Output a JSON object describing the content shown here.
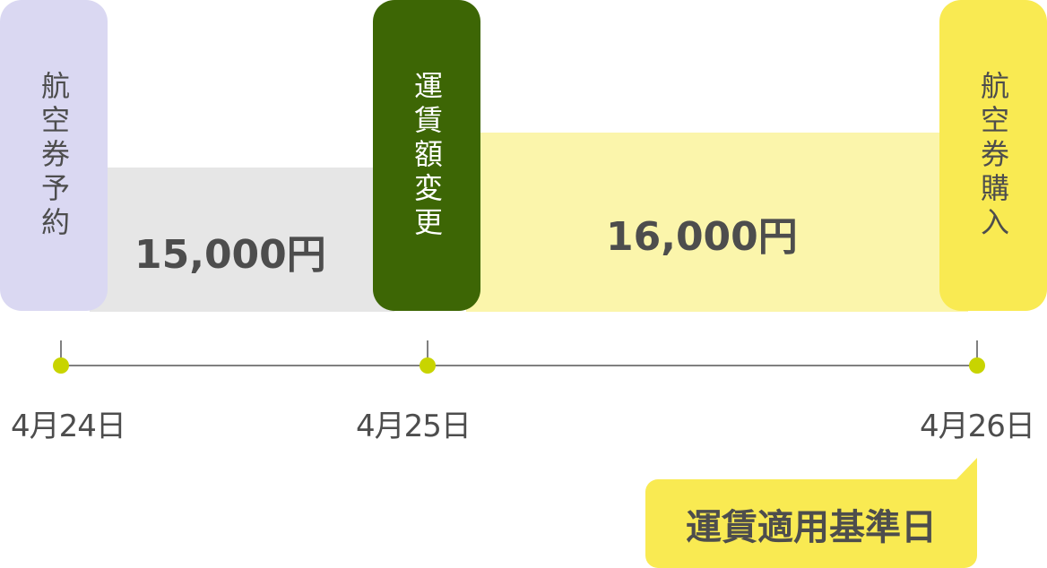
{
  "colors": {
    "reserve_pill": "#dad8f2",
    "change_pill": "#3d6605",
    "purchase_pill": "#f9ea52",
    "gray_band": "#e6e6e6",
    "yellow_band": "#fbf5ab",
    "timeline_dot": "#c8d400",
    "timeline_line": "#808080",
    "text": "#4d4d4d"
  },
  "events": [
    {
      "label": "航空券予約",
      "date": "4月24日"
    },
    {
      "label": "運賃額変更",
      "date": "4月25日"
    },
    {
      "label": "航空券購入",
      "date": "4月26日"
    }
  ],
  "periods": [
    {
      "price": "15,000円"
    },
    {
      "price": "16,000円"
    }
  ],
  "callout": {
    "text": "運賃適用基準日"
  }
}
